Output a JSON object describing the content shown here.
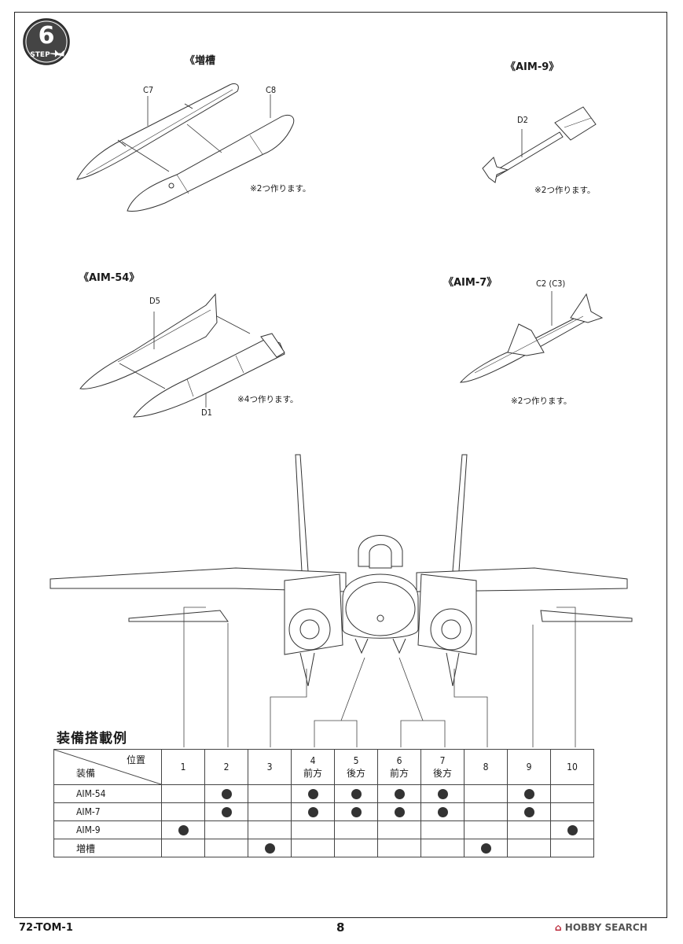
{
  "step": {
    "label": "STEP",
    "number": "6"
  },
  "sections": {
    "drop_tank": {
      "title": "《増槽",
      "part_a": "C7",
      "part_b": "C8",
      "note": "※2つ作ります。"
    },
    "aim9": {
      "title": "《AIM-9》",
      "part": "D2",
      "note": "※2つ作ります。"
    },
    "aim54": {
      "title": "《AIM-54》",
      "part_a": "D5",
      "part_b": "D1",
      "note": "※4つ作ります。"
    },
    "aim7": {
      "title": "《AIM-7》",
      "part": "C2 (C3)",
      "note": "※2つ作ります。"
    }
  },
  "table": {
    "title": "装備搭載例",
    "corner_position": "位置",
    "corner_equipment": "装備",
    "columns": [
      {
        "num": "1",
        "sub": ""
      },
      {
        "num": "2",
        "sub": ""
      },
      {
        "num": "3",
        "sub": ""
      },
      {
        "num": "4",
        "sub": "前方"
      },
      {
        "num": "5",
        "sub": "後方"
      },
      {
        "num": "6",
        "sub": "前方"
      },
      {
        "num": "7",
        "sub": "後方"
      },
      {
        "num": "8",
        "sub": ""
      },
      {
        "num": "9",
        "sub": ""
      },
      {
        "num": "10",
        "sub": ""
      }
    ],
    "rows": [
      {
        "name": "AIM-54",
        "marks": [
          0,
          1,
          0,
          1,
          1,
          1,
          1,
          0,
          1,
          0
        ]
      },
      {
        "name": "AIM-7",
        "marks": [
          0,
          1,
          0,
          1,
          1,
          1,
          1,
          0,
          1,
          0
        ]
      },
      {
        "name": "AIM-9",
        "marks": [
          1,
          0,
          0,
          0,
          0,
          0,
          0,
          0,
          0,
          1
        ]
      },
      {
        "name": "増槽",
        "marks": [
          0,
          0,
          1,
          0,
          0,
          0,
          0,
          1,
          0,
          0
        ]
      }
    ]
  },
  "footer": {
    "code": "72-TOM-1",
    "page": "8",
    "watermark_brand": "HOBBY",
    "watermark_rest": " SEARCH"
  }
}
